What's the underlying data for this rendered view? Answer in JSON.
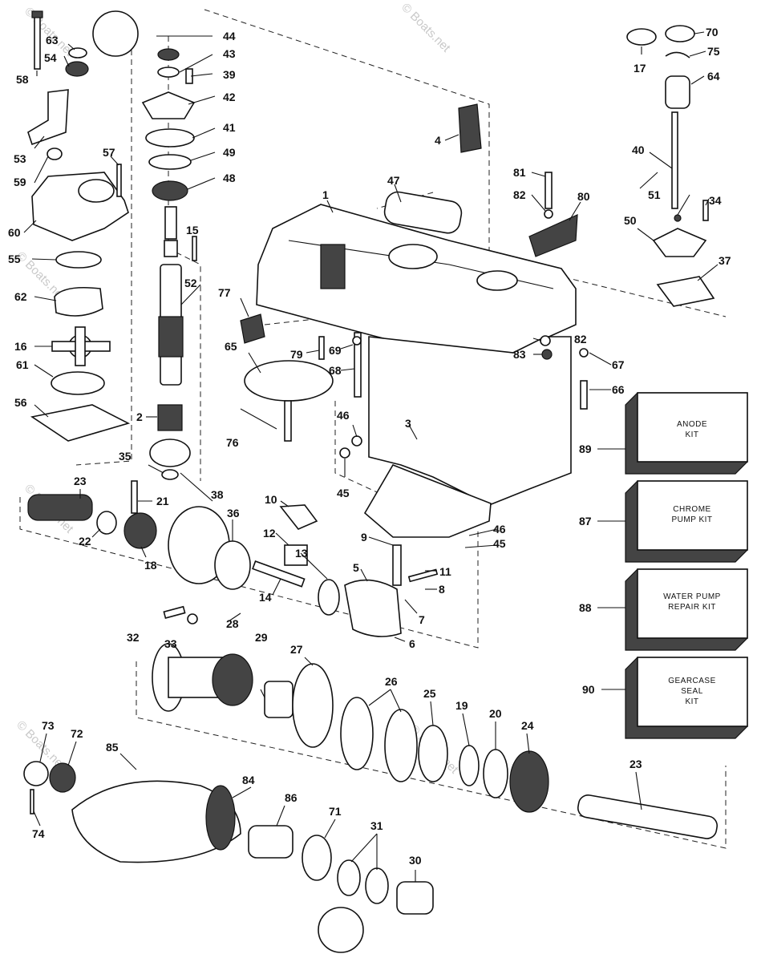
{
  "watermark": "© Boats.net",
  "kits": [
    {
      "number": "89",
      "lines": [
        "ANODE",
        "KIT"
      ]
    },
    {
      "number": "87",
      "lines": [
        "CHROME",
        "PUMP KIT"
      ]
    },
    {
      "number": "88",
      "lines": [
        "WATER PUMP",
        "REPAIR KIT"
      ]
    },
    {
      "number": "90",
      "lines": [
        "GEARCASE",
        "SEAL",
        "KIT"
      ]
    }
  ],
  "labels": {
    "p1": "1",
    "p2": "2",
    "p3": "3",
    "p4": "4",
    "p5": "5",
    "p6": "6",
    "p7": "7",
    "p8": "8",
    "p9": "9",
    "p10": "10",
    "p11": "11",
    "p12": "12",
    "p13": "13",
    "p14": "14",
    "p15": "15",
    "p16": "16",
    "p17": "17",
    "p18": "18",
    "p19": "19",
    "p20": "20",
    "p21": "21",
    "p22": "22",
    "p23a": "23",
    "p23b": "23",
    "p24": "24",
    "p25": "25",
    "p26": "26",
    "p27": "27",
    "p28": "28",
    "p29": "29",
    "p30": "30",
    "p31": "31",
    "p32": "32",
    "p33": "33",
    "p34": "34",
    "p35": "35",
    "p36": "36",
    "p37": "37",
    "p38": "38",
    "p39": "39",
    "p40": "40",
    "p41": "41",
    "p42": "42",
    "p43": "43",
    "p44": "44",
    "p45a": "45",
    "p45b": "45",
    "p46a": "46",
    "p46b": "46",
    "p47": "47",
    "p48": "48",
    "p49": "49",
    "p50": "50",
    "p51": "51",
    "p52": "52",
    "p53": "53",
    "p54": "54",
    "p55": "55",
    "p56": "56",
    "p57": "57",
    "p58": "58",
    "p59": "59",
    "p60": "60",
    "p61": "61",
    "p62": "62",
    "p63": "63",
    "p64": "64",
    "p65": "65",
    "p66": "66",
    "p67": "67",
    "p68": "68",
    "p69": "69",
    "p70": "70",
    "p71": "71",
    "p72": "72",
    "p73": "73",
    "p74": "74",
    "p75": "75",
    "p76": "76",
    "p77": "77",
    "p79": "79",
    "p80": "80",
    "p81": "81",
    "p82a": "82",
    "p82b": "82",
    "p83": "83",
    "p84": "84",
    "p85": "85",
    "p86": "86"
  }
}
